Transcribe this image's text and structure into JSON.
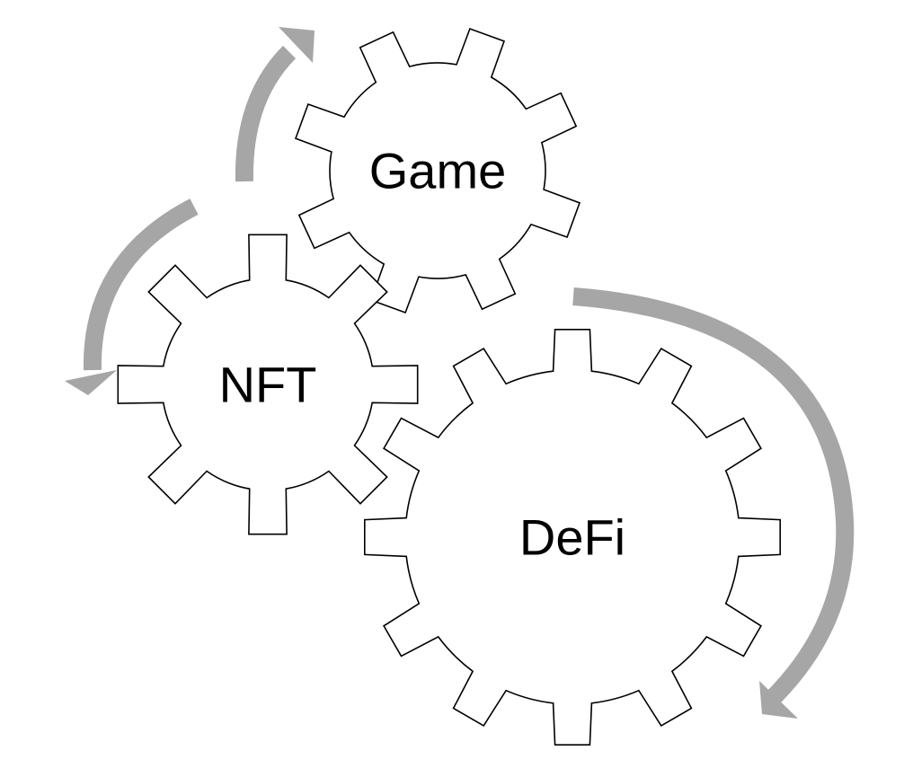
{
  "diagram": {
    "colors": {
      "arrow": "#a6a6a6",
      "gear_stroke": "#000000",
      "gear_fill": "#ffffff",
      "text": "#000000"
    },
    "gears": [
      {
        "key": "game",
        "label": "Game"
      },
      {
        "key": "nft",
        "label": "NFT"
      },
      {
        "key": "defi",
        "label": "DeFi"
      }
    ],
    "arrows": [
      {
        "key": "nft-to-game",
        "direction": "up"
      },
      {
        "key": "game-to-nft",
        "direction": "down-left"
      },
      {
        "key": "game-to-defi",
        "direction": "clockwise-down"
      }
    ]
  }
}
